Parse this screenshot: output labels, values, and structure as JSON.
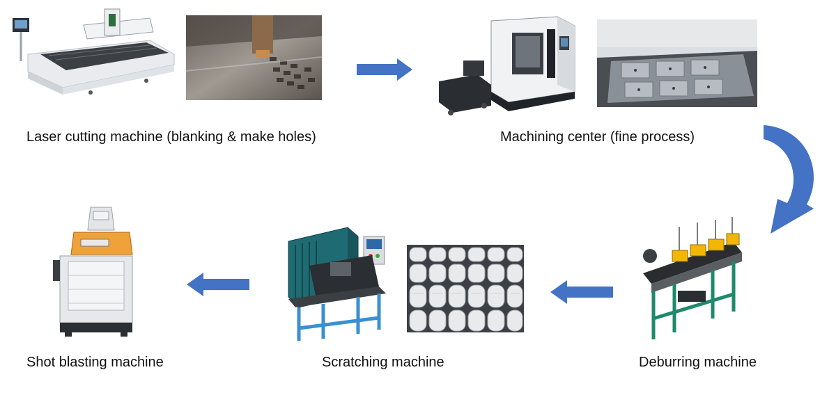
{
  "colors": {
    "arrow": "#4472C4",
    "background": "#ffffff",
    "caption_text": "#111111"
  },
  "steps": [
    {
      "id": "laser-cutting",
      "label": "Laser cutting machine (blanking & make holes)",
      "images": [
        "laser-cutting-machine",
        "laser-cut-sheet-closeup"
      ]
    },
    {
      "id": "machining-center",
      "label": "Machining center (fine process)",
      "images": [
        "cnc-machining-center",
        "machined-parts-on-table"
      ]
    },
    {
      "id": "deburring",
      "label": "Deburring machine",
      "images": [
        "deburring-conveyor-machine"
      ]
    },
    {
      "id": "scratching",
      "label": "Scratching machine",
      "images": [
        "scratching-machine",
        "scratched-brake-plates"
      ]
    },
    {
      "id": "shot-blasting",
      "label": "Shot blasting machine",
      "images": [
        "shot-blasting-cabinet"
      ]
    }
  ],
  "flow_arrows": [
    {
      "from": "laser-cutting",
      "to": "machining-center",
      "direction": "right"
    },
    {
      "from": "machining-center",
      "to": "deburring",
      "direction": "curved-down"
    },
    {
      "from": "deburring",
      "to": "scratching",
      "direction": "left"
    },
    {
      "from": "scratching",
      "to": "shot-blasting",
      "direction": "left"
    }
  ]
}
